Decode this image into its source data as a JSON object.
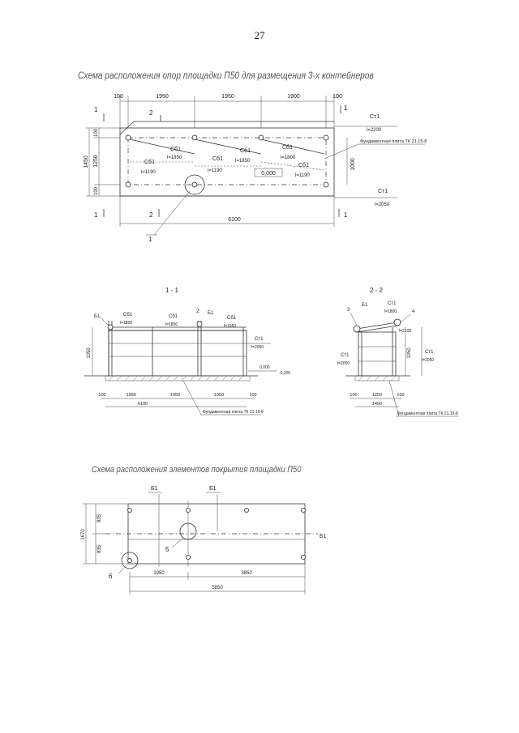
{
  "page_number": "27",
  "plan": {
    "caption": "Схема расположения опор площадки П50 для размещения 3-х контейнеров",
    "dims_top": [
      "100",
      "1950",
      "1950",
      "1900",
      "100"
    ],
    "dims_left": [
      "100",
      "1250",
      "100"
    ],
    "dim_left_total": "1450",
    "dim_bottom": "6100",
    "dim_right": "1000",
    "sections": [
      "1",
      "1",
      "2",
      "2"
    ],
    "callouts": [
      "1",
      "1"
    ],
    "labels": [
      {
        "name": "Сб1",
        "value": "l=1850"
      },
      {
        "name": "Сб1",
        "value": "l=1190"
      },
      {
        "name": "Сб1",
        "value": "l=1190"
      },
      {
        "name": "Сб1",
        "value": "l=1850"
      },
      {
        "name": "Сб1",
        "value": "l=1800"
      },
      {
        "name": "Сб1",
        "value": "l=1190"
      }
    ],
    "ct_top": {
      "name": "Ст1",
      "value": "l=2200"
    },
    "ct_bottom": {
      "name": "Ст1",
      "value": "l=2050"
    },
    "level": "0,000",
    "foundation_note": "Фундаментная плита ТК 21.15-8"
  },
  "section11": {
    "title": "1 - 1",
    "dims_bottom": [
      "100",
      "1950",
      "1950",
      "1950",
      "100"
    ],
    "total": "6100",
    "height": "1050",
    "marks": [
      "Б1",
      "2",
      "Б1"
    ],
    "labels": [
      {
        "name": "Сб1",
        "value": "l=1800"
      },
      {
        "name": "Сб1",
        "value": "l=1850"
      },
      {
        "name": "Сб1",
        "value": "l=1950"
      },
      {
        "name": "Ст1",
        "value": "l=2050"
      }
    ],
    "levels": [
      "0,000",
      "-0,200"
    ],
    "note": "Фундаментная плита ТК 21.15-8"
  },
  "section22": {
    "title": "2 - 2",
    "marks": [
      "3",
      "Б1",
      "4"
    ],
    "ct1": {
      "name": "Ст1",
      "value": "l=1800"
    },
    "ct2": {
      "name": "Ст1",
      "value": "l=2100"
    },
    "ct3": {
      "name": "Ст1",
      "value": "l=2050"
    },
    "height": "1050",
    "dims_bottom": [
      "100",
      "1250",
      "100"
    ],
    "total": "1450",
    "note": "Фундаментная плита ТК 21.15-8"
  },
  "cover": {
    "caption": "Схема расположения элементов покрытия площадки П50",
    "marks": [
      "Б1",
      "Б1",
      "Б1"
    ],
    "callouts": [
      "5",
      "6"
    ],
    "dims_left": [
      "835",
      "835"
    ],
    "dim_left_total": "1670",
    "dims_bottom": [
      "1950",
      "3850"
    ],
    "total": "5850"
  }
}
